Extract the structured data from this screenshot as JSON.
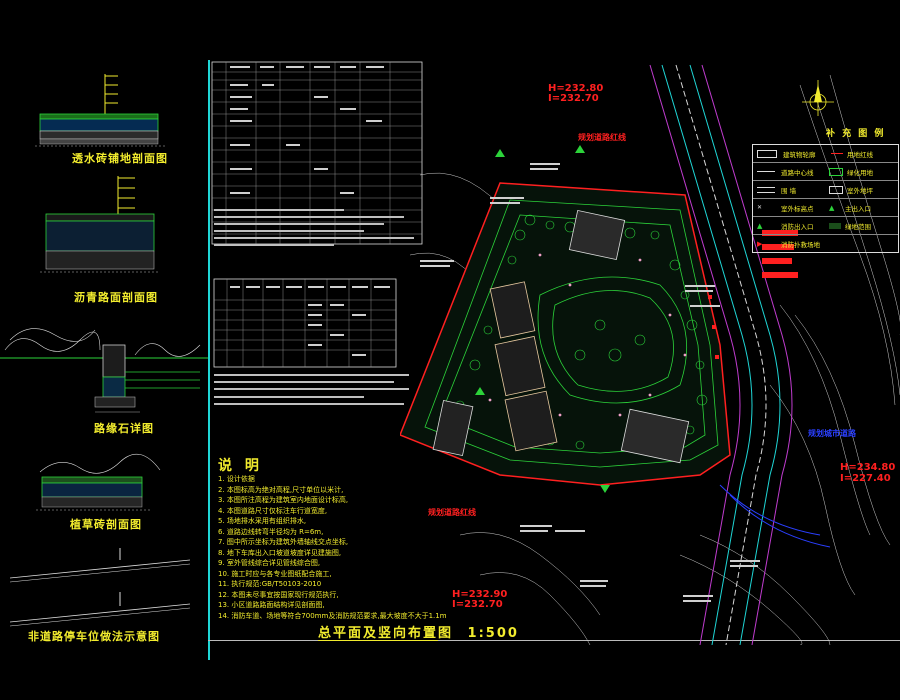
{
  "sections": {
    "section_1": "透水砖铺地剖面图",
    "section_2": "沥青路面剖面图",
    "section_3": "路缘石详图",
    "section_4": "植草砖剖面图",
    "section_5": "非道路停车位做法示意图"
  },
  "drawing_title": "总平面及竖向布置图",
  "drawing_scale": "1:500",
  "notes": {
    "title": "说  明",
    "lines": [
      "1. 设计依据",
      "2. 本图标高为绝对高程,尺寸单位以米计,",
      "3. 本图所注高程为建筑室内地面设计标高,",
      "4. 本图道路尺寸仅标注车行道宽度,",
      "5. 场地排水采用有组织排水,",
      "6. 道路边线转弯半径均为 R=6m,",
      "7. 图中所示坐标为建筑外墙轴线交点坐标,",
      "8. 地下车库出入口坡道坡度详见建施图,",
      "9. 室外管线综合详见管线综合图,",
      "10. 施工时应与各专业图纸配合施工,",
      "11. 执行规范:GB/T50103-2010",
      "12. 本图未尽事宜按国家现行规范执行,",
      "13. 小区道路路面结构详见剖面图,",
      "14. 消防车道、场地等符合700mm及消防规范要求,最大坡度不大于1.1m"
    ]
  },
  "labels": {
    "road_label_top": "规划道路红线",
    "road_label_bottom": "规划道路红线",
    "road_east": "规划城市道路",
    "elevation_top_1": "H=232.80",
    "elevation_top_2": "I=232.70",
    "elevation_right_1": "H=234.80",
    "elevation_right_2": "I=227.40",
    "elevation_bottom_1": "H=232.90",
    "elevation_bottom_2": "I=232.70"
  },
  "legend": {
    "title": "补 充 图 例",
    "items": [
      {
        "left": "建筑物轮廓",
        "right": "用地红线"
      },
      {
        "left": "道路中心线",
        "right": "绿化用地"
      },
      {
        "left": "围 墙",
        "right": "室外地坪"
      },
      {
        "left": "室外标高点",
        "right": "主出入口"
      },
      {
        "left": "消防出入口",
        "right": "绿地范围"
      },
      {
        "left": "消防扑救场地",
        "right": ""
      }
    ]
  },
  "colors": {
    "background": "#000000",
    "yellow": "#f2ec2e",
    "red": "#ff2020",
    "green": "#2cd33a",
    "cyan": "#1fd6d6",
    "magenta": "#c03ccf",
    "blue": "#2a3fff"
  },
  "icons": {
    "north_arrow": "north-arrow-icon"
  }
}
